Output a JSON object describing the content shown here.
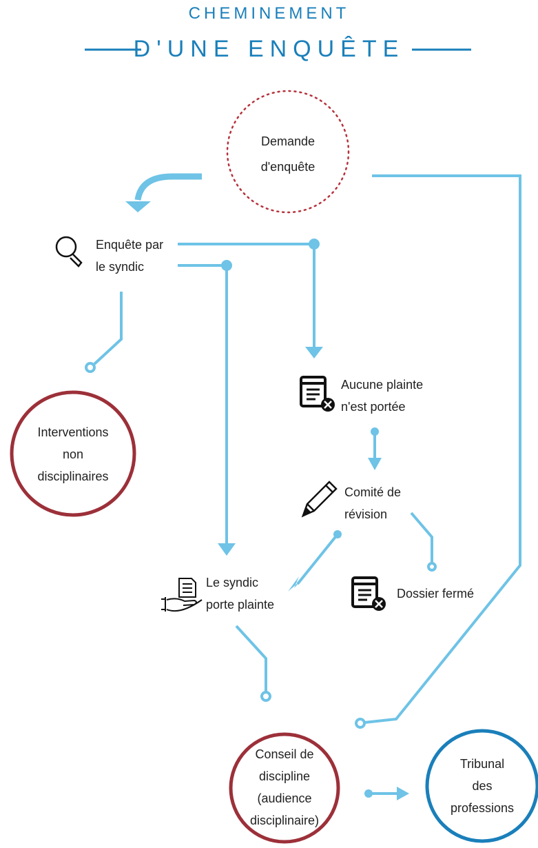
{
  "header": {
    "title_line1": "CHEMINEMENT",
    "title_line2": "D'UNE ENQUÊTE"
  },
  "nodes": {
    "demande": {
      "line1": "Demande",
      "line2": "d'enquête"
    },
    "enquete_syndic": {
      "line1": "Enquête par",
      "line2": "le syndic"
    },
    "aucune_plainte": {
      "line1": "Aucune plainte",
      "line2": "n'est portée"
    },
    "interventions": {
      "line1": "Interventions",
      "line2": "non",
      "line3": "disciplinaires"
    },
    "comite": {
      "line1": "Comité de",
      "line2": "révision"
    },
    "syndic_plainte": {
      "line1": "Le syndic",
      "line2": "porte plainte"
    },
    "dossier_ferme": {
      "line1": "Dossier fermé"
    },
    "conseil": {
      "line1": "Conseil de",
      "line2": "discipline",
      "line3": "(audience",
      "line4": "disciplinaire)"
    },
    "tribunal": {
      "line1": "Tribunal",
      "line2": "des",
      "line3": "professions"
    }
  },
  "colors": {
    "title": "#1a7fba",
    "connector": "#6ec3e6",
    "outcome_circle": "#9c3039",
    "tribunal_circle": "#1a7fba",
    "start_circle": "#b5323c",
    "text": "#1f1f1f"
  },
  "icons": {
    "enquete_syndic": "magnifier-icon",
    "aucune_plainte": "document-cancel-icon",
    "comite": "pencil-icon",
    "syndic_plainte": "hand-document-icon",
    "dossier_ferme": "document-cancel-icon"
  }
}
